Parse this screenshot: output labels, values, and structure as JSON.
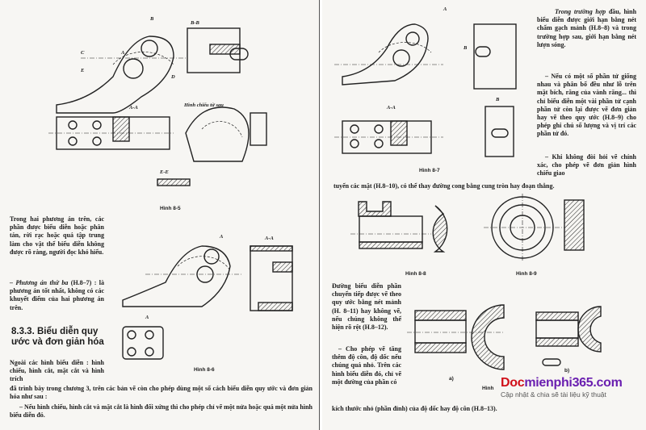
{
  "left_page": {
    "fig_8_5": {
      "caption": "Hình 8-5",
      "labels": [
        "B",
        "B-B",
        "C",
        "A",
        "E",
        "D",
        "A-A",
        "Hình chiếu từ sau",
        "E-E"
      ]
    },
    "paragraph_1": "Trong hai phương án trên, các phần được biểu diễn hoặc phân tán, rời rạc hoặc quá tập trung làm cho vật thể biểu diễn không được rõ ràng, người đọc khó hiểu.",
    "paragraph_2_italic": "– Phương án thứ ba",
    "paragraph_2": "(H.8–7) : là phương án tốt nhất, không có các khuyết điểm của hai phương án trên.",
    "heading": "8.3.3. Biểu diễn quy ước và đơn giản hóa",
    "fig_8_6": {
      "caption": "Hình 8-6",
      "labels": [
        "A",
        "A-A",
        "A"
      ]
    },
    "paragraph_3a": "Ngoài các hình biểu diễn : hình chiếu, hình cắt, mặt cắt và hình trích",
    "paragraph_3b": "đã trình bày trong chương 3, trên các bản vẽ còn cho phép dùng một số cách biểu diễn quy ước và đơn giản hóa như sau :",
    "paragraph_4": "– Nếu hình chiếu, hình cắt và mặt cắt là hình đối xứng thì cho phép chỉ vẽ một nửa hoặc quá một nửa hình biểu diễn đó."
  },
  "right_page": {
    "fig_8_7": {
      "caption": "Hình 8-7",
      "labels": [
        "A",
        "A-A",
        "B",
        "B"
      ]
    },
    "col_text_italic": "Trong trường hợp",
    "col_text_1": "đầu, hình biểu diễn được giới hạn bằng nét chấm gạch mảnh (H.8–8) và trong trường hợp sau, giới hạn bằng nét lượn sóng.",
    "col_text_2": "– Nếu có một số phần tử giống nhau và phân bố đều như lỗ trên mặt bích, răng của vành răng... thì chỉ biểu diễn một vài phần tử cạnh phần tử còn lại được vẽ đơn giản hay vẽ theo quy ước (H.8–9) cho phép ghi chú số lượng và vị trí các phần tử đó.",
    "col_text_3": "– Khi không đòi hỏi vẽ chính xác, cho phép vẽ đơn giản hình chiếu giao",
    "full_line": "tuyến các mặt (H.8–10), có thể thay đường cong bằng cung tròn hay đoạn thẳng.",
    "fig_8_8": {
      "caption": "Hình 8-8"
    },
    "fig_8_9": {
      "caption": "Hình 8-9"
    },
    "paragraph_5": "Đường biểu diễn phần chuyển tiếp được vẽ theo quy ước bằng nét mảnh (H. 8–11) hay không vẽ, nếu chúng không thể hiện rõ rệt (H.8–12).",
    "paragraph_6": "– Cho phép vẽ tăng thêm độ côn, độ dốc nếu chúng quá nhỏ. Trên các hình biểu diễn đó, chỉ vẽ một đường của phần có",
    "final_line": "kích thước nhỏ (phần đỉnh) của độ dốc hay độ côn (H.8–13).",
    "fig_8_10": {
      "caption": "Hình",
      "sub_a": "a)",
      "sub_b": "b)"
    }
  },
  "watermark": {
    "brand_doc": "Doc",
    "brand_rest": "mienphi365",
    ".com_part": ".com",
    "tagline": "Cập nhật & chia sẽ tài liệu kỹ thuật",
    "colors": {
      "doc": "#d0101a",
      "mid": "#6a1fb0",
      "com": "#6a1fb0"
    }
  }
}
